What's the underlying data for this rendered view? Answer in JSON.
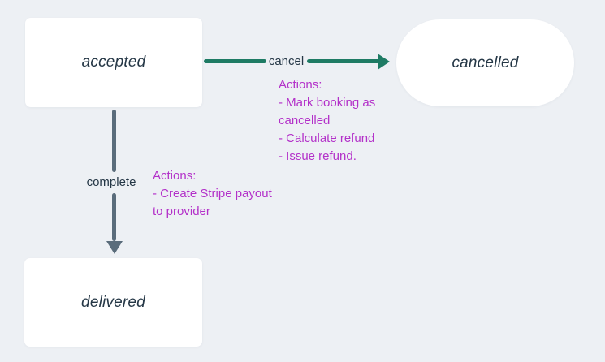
{
  "diagram": {
    "title_hint": "booking state transition diagram",
    "nodes": {
      "accepted": {
        "label": "accepted",
        "shape": "rectangle"
      },
      "cancelled": {
        "label": "cancelled",
        "shape": "stadium"
      },
      "delivered": {
        "label": "delivered",
        "shape": "rectangle"
      }
    },
    "transitions": {
      "cancel": {
        "label": "cancel",
        "from": "accepted",
        "to": "cancelled",
        "actions_title": "Actions:",
        "action_lines": [
          "- Mark booking as",
          "cancelled",
          "- Calculate refund",
          "- Issue refund."
        ]
      },
      "complete": {
        "label": "complete",
        "from": "accepted",
        "to": "delivered",
        "actions_title": "Actions:",
        "action_lines": [
          "- Create Stripe payout",
          "to provider"
        ]
      }
    },
    "colors": {
      "background": "#edf0f4",
      "node_fill": "#ffffff",
      "state_text": "#253746",
      "transition_label_text": "#253746",
      "cancel_arrow": "#1e7b64",
      "complete_arrow": "#5a6c7b",
      "actions_text": "#b331c9"
    }
  }
}
